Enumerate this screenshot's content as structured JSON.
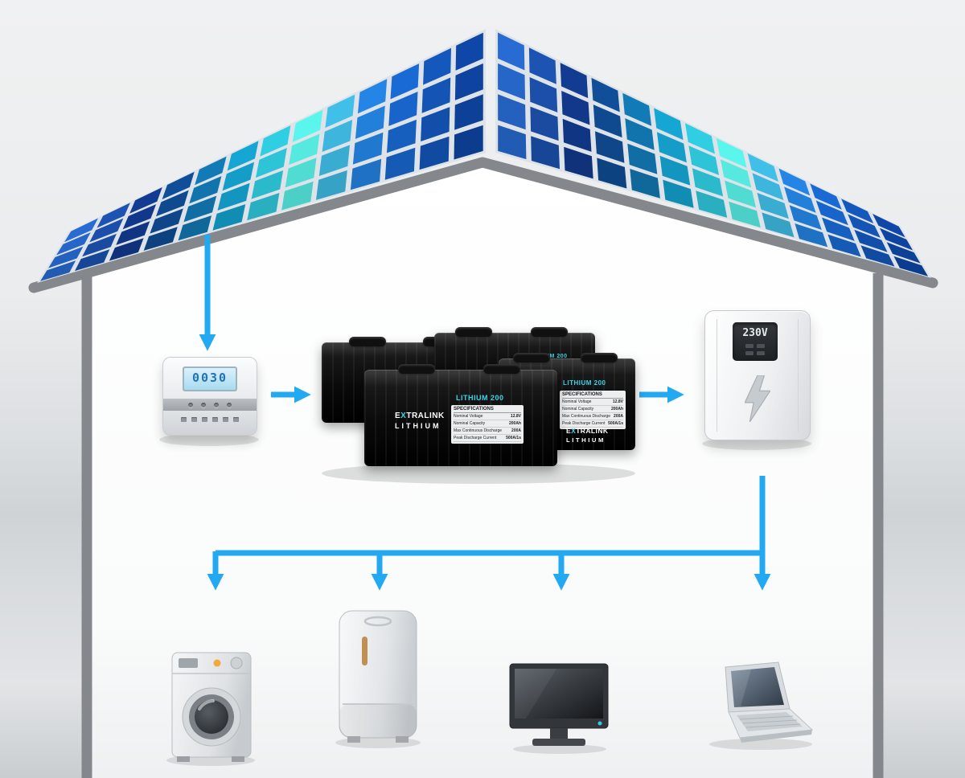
{
  "colors": {
    "arrow": "#23a9f2",
    "accent_cyan": "#3fd4e8",
    "lcd_text": "#1f74b4",
    "panel_stops": [
      "#2a6fd4",
      "#0d2f7d",
      "#14a9cf",
      "#55e6dc",
      "#1b6fd6",
      "#0b3a92"
    ],
    "panel_stop_pos": [
      0,
      0.22,
      0.45,
      0.58,
      0.75,
      1
    ]
  },
  "controller": {
    "display": "0030"
  },
  "inverter": {
    "display": "230V"
  },
  "battery": {
    "model": "LITHIUM 200",
    "brand": {
      "pre": "E",
      "x": "X",
      "post": "TRALINK"
    },
    "brand_line2": "LITHIUM",
    "spec_title": "SPECIFICATIONS",
    "specs": [
      {
        "label": "Nominal Voltage",
        "value": "12.8V"
      },
      {
        "label": "Nominal Capacity",
        "value": "200Ah"
      },
      {
        "label": "Max Continuous Discharge",
        "value": "200A"
      },
      {
        "label": "Peak Discharge Current",
        "value": "500A/1s"
      }
    ]
  }
}
